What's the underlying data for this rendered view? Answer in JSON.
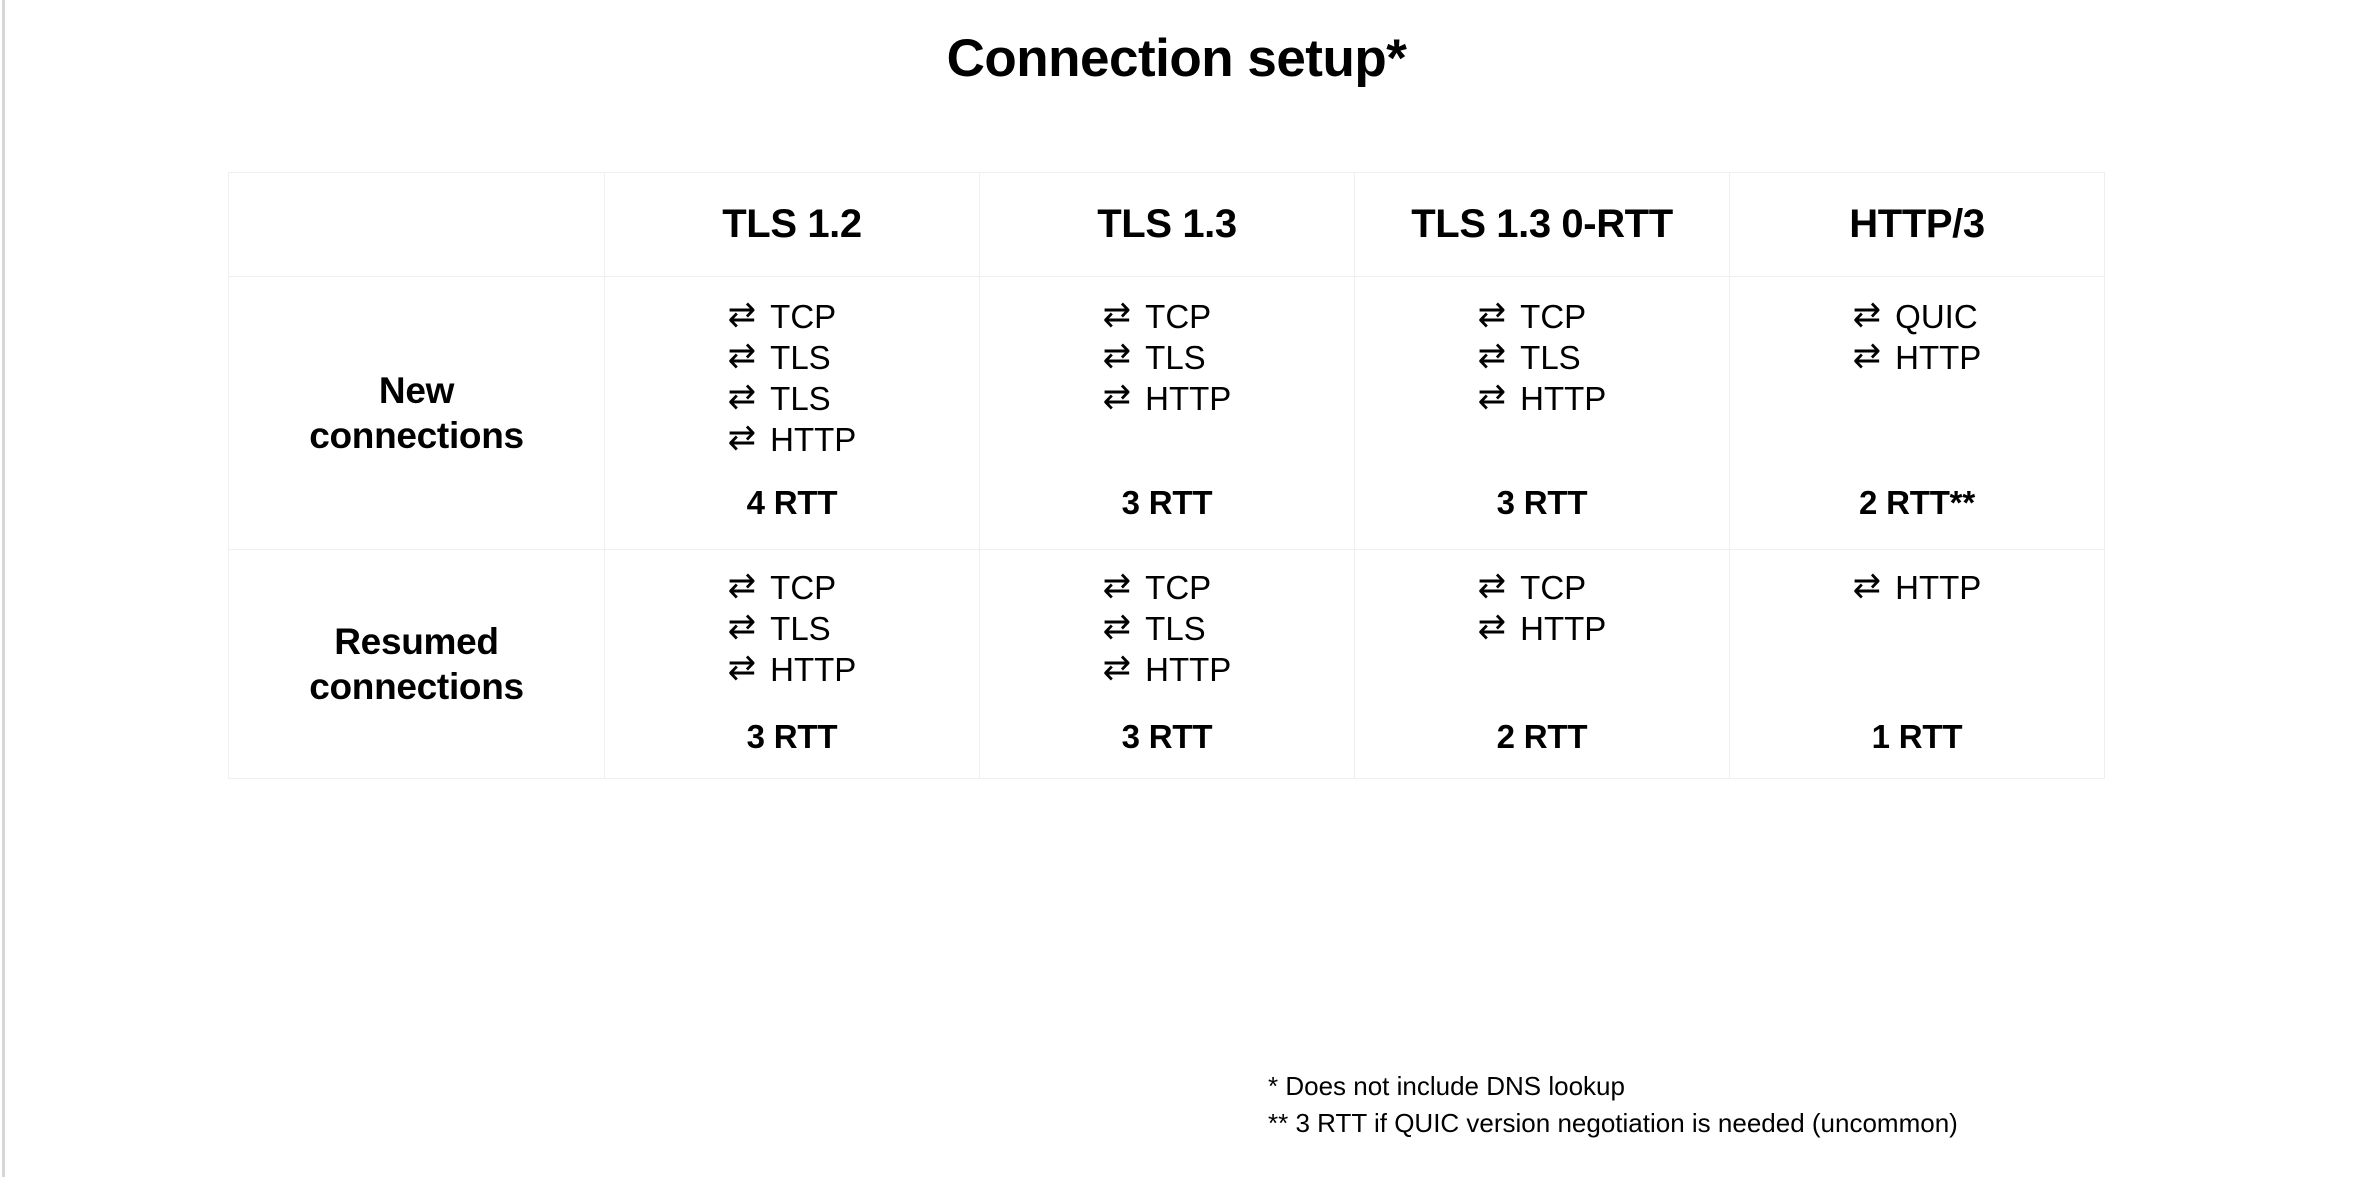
{
  "title": "Connection setup*",
  "table": {
    "corner_label": "",
    "columns": [
      "TLS 1.2",
      "TLS 1.3",
      "TLS 1.3 0-RTT",
      "HTTP/3"
    ],
    "arrow_icon": "⇄",
    "rows": [
      {
        "label_line1": "New",
        "label_line2": "connections",
        "cells": [
          {
            "steps": [
              "TCP",
              "TLS",
              "TLS",
              "HTTP"
            ],
            "rtt": "4 RTT"
          },
          {
            "steps": [
              "TCP",
              "TLS",
              "HTTP"
            ],
            "rtt": "3 RTT"
          },
          {
            "steps": [
              "TCP",
              "TLS",
              "HTTP"
            ],
            "rtt": "3 RTT"
          },
          {
            "steps": [
              "QUIC",
              "HTTP"
            ],
            "rtt": "2 RTT**"
          }
        ]
      },
      {
        "label_line1": "Resumed",
        "label_line2": "connections",
        "cells": [
          {
            "steps": [
              "TCP",
              "TLS",
              "HTTP"
            ],
            "rtt": "3 RTT"
          },
          {
            "steps": [
              "TCP",
              "TLS",
              "HTTP"
            ],
            "rtt": "3 RTT"
          },
          {
            "steps": [
              "TCP",
              "HTTP"
            ],
            "rtt": "2 RTT"
          },
          {
            "steps": [
              "HTTP"
            ],
            "rtt": "1 RTT"
          }
        ]
      }
    ]
  },
  "footnotes": [
    "* Does not include DNS lookup",
    "** 3 RTT if QUIC version negotiation is needed (uncommon)"
  ],
  "colors": {
    "background": "#ffffff",
    "text": "#000000",
    "grid_line": "#efefef",
    "slide_edge": "#d4d6d8"
  }
}
